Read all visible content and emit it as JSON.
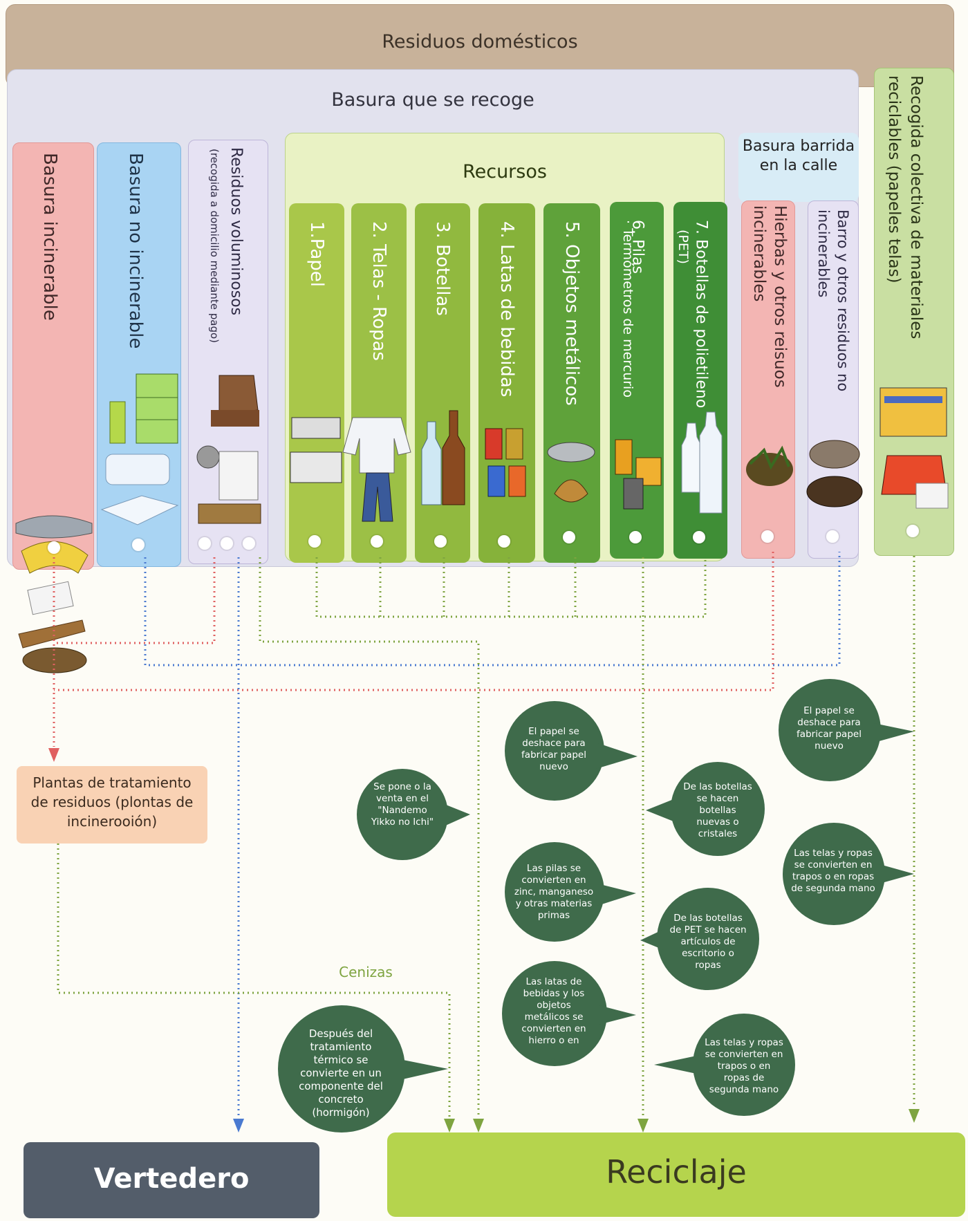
{
  "header": {
    "title": "Residuos domésticos",
    "collected": "Basura que se recoge"
  },
  "columns": {
    "incinerable": "Basura incinerable",
    "no_incinerable": "Basura no incinerable",
    "voluminosos_title": "Residuos voluminosos",
    "voluminosos_sub": "(recogida a domicilio mediante pago)",
    "recogida_colectiva": "Recogida colectiva de materiales reciclables (papeles telas)"
  },
  "recursos": {
    "title": "Recursos",
    "items": [
      "1.Papel",
      "2. Telas - Ropas",
      "3. Botellas",
      "4. Latas de bebidas",
      "5. Objetos metálicos"
    ],
    "pilas_title": "6. Pilas",
    "pilas_sub": "· Termómetros de mercurio",
    "pet_title": "7. Botellas de polietileno",
    "pet_sub": "(PET)"
  },
  "barrida": {
    "title": "Basura barrida en la calle",
    "hierbas": "Hierbas y otros reisuos incinerables",
    "barro": "Barro y otros residuos no incinerables"
  },
  "plantas": "Plantas de tratamiento de residuos (plontas de incinerooión)",
  "bubbles": {
    "venta": "Se pone o la venta en el \"Nandemo Yikko no Ichi\"",
    "papel_1": "El papel se deshace para fabricar papel nuevo",
    "papel_2": "El papel se deshace para fabricar papel nuevo",
    "botellas": "De las botellas se hacen botellas nuevas o cristales",
    "pilas": "Las pilas se convierten en zinc, manganeso y otras materias primas",
    "telas_1": "Las telas y ropas se convierten en trapos o en ropas de segunda mano",
    "pet": "De las botellas de PET se hacen artículos de escritorio o ropas",
    "latas": "Las latas de bebidas y los objetos metálicos se convierten en hierro o en",
    "cenizas": "Después del tratamiento térmico se convierte en un componente del concreto (hormigón)",
    "telas_2": "Las telas y ropas se convierten en trapos o en ropas de segunda mano"
  },
  "cenizas_label": "Cenizas",
  "destinations": {
    "vertedero": "Vertedero",
    "reciclaje": "Reciclaje"
  }
}
